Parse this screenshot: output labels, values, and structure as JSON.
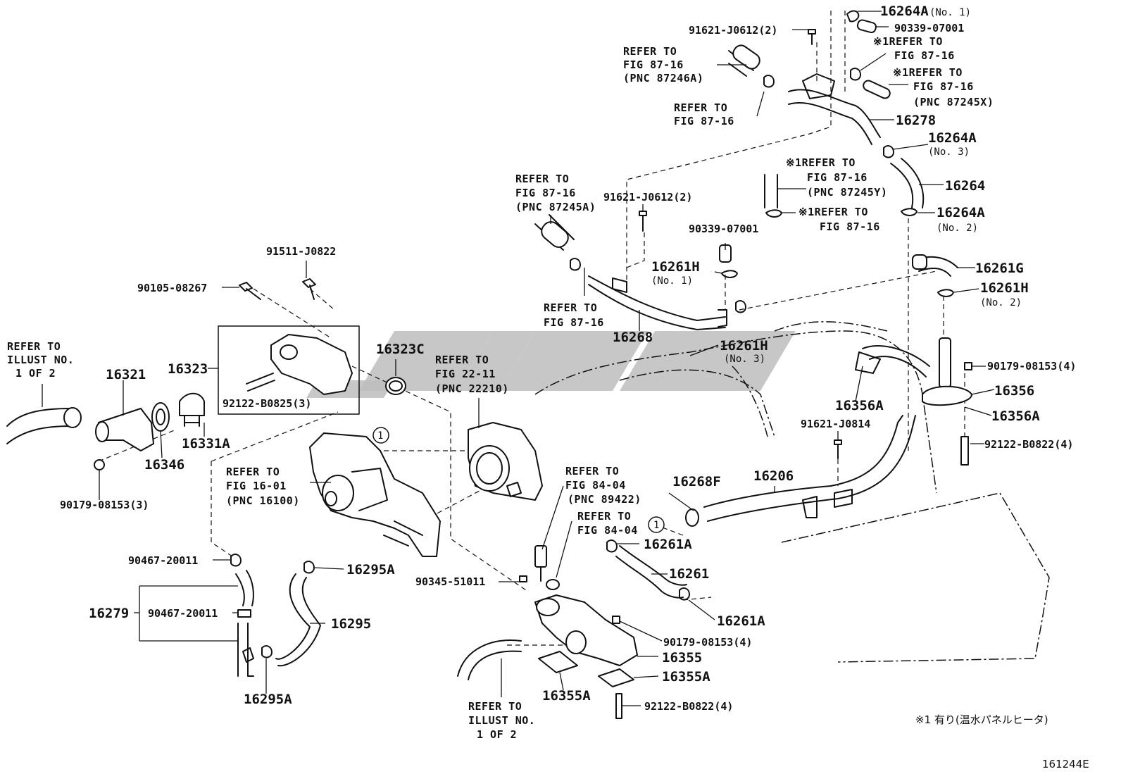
{
  "diagram_id": "161244E",
  "footnote": "※1 有り(温水パネルヒータ)",
  "labels": {
    "p16264A_no1": "16264A",
    "p16264A_no1_sub": "(No. 1)",
    "p90339_top": "90339-07001",
    "p91621_top": "91621-J0612(2)",
    "ref_87246A_1": "REFER TO",
    "ref_87246A_2": "FIG 87-16",
    "ref_87246A_3": "(PNC 87246A)",
    "ref_8716_a1": "REFER TO",
    "ref_8716_a2": "FIG 87-16",
    "ref_x1_a1": "※1REFER TO",
    "ref_x1_a2": "FIG 87-16",
    "ref_x1_b1": "※1REFER TO",
    "ref_x1_b2": "FIG 87-16",
    "ref_x1_b3": "(PNC 87245X)",
    "p16278": "16278",
    "p16264A_no3": "16264A",
    "p16264A_no3_sub": "(No. 3)",
    "p16264": "16264",
    "ref_x1_c1": "※1REFER TO",
    "ref_x1_c2": "FIG 87-16",
    "ref_x1_c3": "(PNC 87245Y)",
    "ref_x1_d1": "※1REFER TO",
    "ref_x1_d2": "FIG 87-16",
    "p16264A_no2": "16264A",
    "p16264A_no2_sub": "(No. 2)",
    "ref_87245A_1": "REFER TO",
    "ref_87245A_2": "FIG 87-16",
    "ref_87245A_3": "(PNC 87245A)",
    "p91621_mid": "91621-J0612(2)",
    "p90339_mid": "90339-07001",
    "p16261H_no1": "16261H",
    "p16261H_no1_sub": "(No. 1)",
    "ref_8716_b1": "REFER TO",
    "ref_8716_b2": "FIG 87-16",
    "p16268": "16268",
    "p16261G": "16261G",
    "p16261H_no2": "16261H",
    "p16261H_no2_sub": "(No. 2)",
    "p16261H_no3": "16261H",
    "p16261H_no3_sub": "(No. 3)",
    "p91511": "91511-J0822",
    "p90105": "90105-08267",
    "ref_illust1_1": "REFER TO",
    "ref_illust1_2": "ILLUST NO.",
    "ref_illust1_3": "1 OF 2",
    "p16321": "16321",
    "p16323": "16323",
    "p16323C": "16323C",
    "ref_2211_1": "REFER TO",
    "ref_2211_2": "FIG 22-11",
    "ref_2211_3": "(PNC 22210)",
    "p92122_box": "92122-B0825(3)",
    "p16331A": "16331A",
    "p16346": "16346",
    "p90179_left": "90179-08153(3)",
    "ref_1601_1": "REFER TO",
    "ref_1601_2": "FIG 16-01",
    "ref_1601_3": "(PNC 16100)",
    "ref_8404a_1": "REFER TO",
    "ref_8404a_2": "FIG 84-04",
    "ref_8404a_3": "(PNC 89422)",
    "ref_8404b_1": "REFER TO",
    "ref_8404b_2": "FIG 84-04",
    "p16268F": "16268F",
    "p16206": "16206",
    "p16356A_upper": "16356A",
    "p91621_right": "91621-J0814",
    "p90179_right": "90179-08153(4)",
    "p16356": "16356",
    "p16356A_lower": "16356A",
    "p92122_right": "92122-B0822(4)",
    "p90467_a": "90467-20011",
    "p16295A_a": "16295A",
    "p16279": "16279",
    "p90467_b": "90467-20011",
    "p16295": "16295",
    "p16295A_b": "16295A",
    "p90345": "90345-51011",
    "p16261A_a": "16261A",
    "p16261": "16261",
    "p16261A_b": "16261A",
    "p90179_bottom": "90179-08153(4)",
    "p16355": "16355",
    "p16355A_right": "16355A",
    "p16355A_left": "16355A",
    "p92122_bottom": "92122-B0822(4)",
    "ref_illust2_1": "REFER TO",
    "ref_illust2_2": "ILLUST NO.",
    "ref_illust2_3": "1 OF 2",
    "circle_1": "1",
    "circle_2": "1"
  }
}
